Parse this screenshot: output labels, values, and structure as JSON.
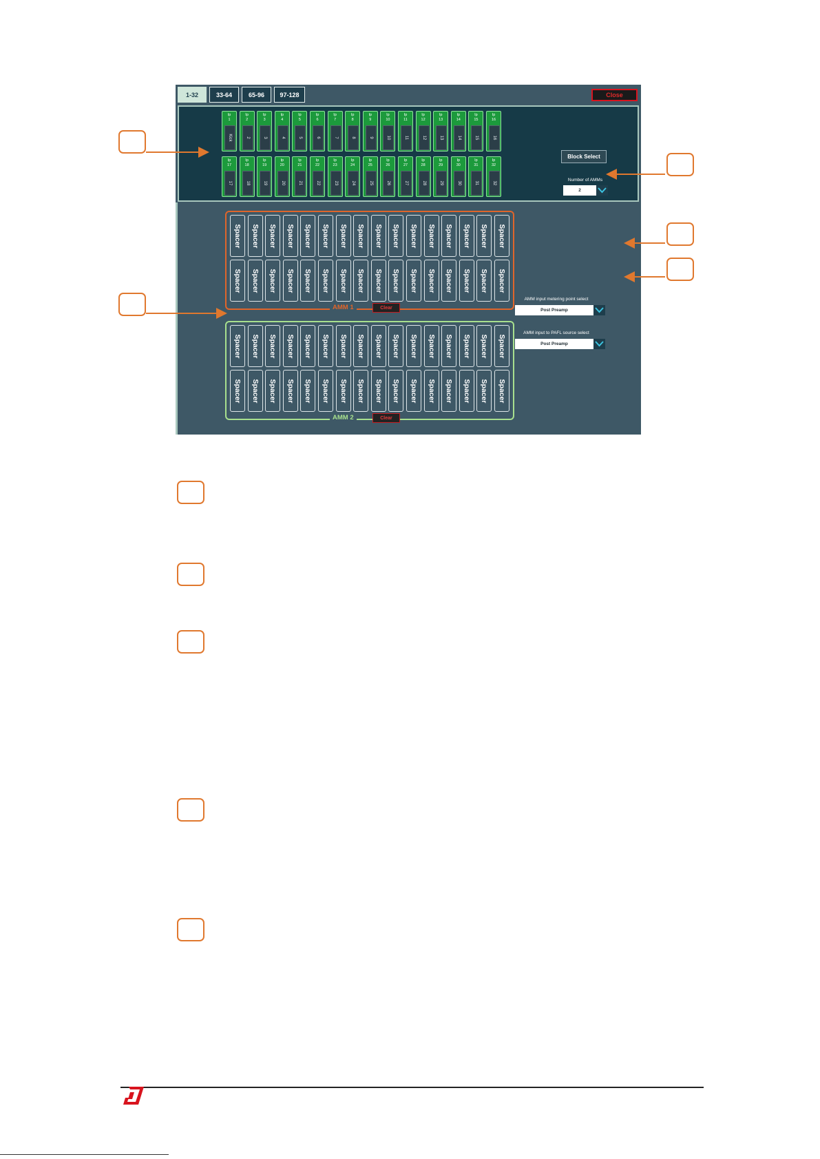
{
  "tabs": [
    {
      "label": "1-32",
      "active": true
    },
    {
      "label": "33-64",
      "active": false
    },
    {
      "label": "65-96",
      "active": false
    },
    {
      "label": "97-128",
      "active": false
    }
  ],
  "close_label": "Close",
  "inputs_row1": [
    {
      "num": "Ip\n1",
      "name": "Kick"
    },
    {
      "num": "Ip\n2",
      "name": "2"
    },
    {
      "num": "Ip\n3",
      "name": "3"
    },
    {
      "num": "Ip\n4",
      "name": "4"
    },
    {
      "num": "Ip\n5",
      "name": "5"
    },
    {
      "num": "Ip\n6",
      "name": "6"
    },
    {
      "num": "Ip\n7",
      "name": "7"
    },
    {
      "num": "Ip\n8",
      "name": "8"
    },
    {
      "num": "Ip\n9",
      "name": "9"
    },
    {
      "num": "Ip\n10",
      "name": "10"
    },
    {
      "num": "Ip\n11",
      "name": "11"
    },
    {
      "num": "Ip\n12",
      "name": "12"
    },
    {
      "num": "Ip\n13",
      "name": "13"
    },
    {
      "num": "Ip\n14",
      "name": "14"
    },
    {
      "num": "Ip\n15",
      "name": "15"
    },
    {
      "num": "Ip\n16",
      "name": "16"
    }
  ],
  "inputs_row2": [
    {
      "num": "Ip\n17",
      "name": "17"
    },
    {
      "num": "Ip\n18",
      "name": "18"
    },
    {
      "num": "Ip\n19",
      "name": "19"
    },
    {
      "num": "Ip\n20",
      "name": "20"
    },
    {
      "num": "Ip\n21",
      "name": "21"
    },
    {
      "num": "Ip\n22",
      "name": "22"
    },
    {
      "num": "Ip\n23",
      "name": "23"
    },
    {
      "num": "Ip\n24",
      "name": "24"
    },
    {
      "num": "Ip\n25",
      "name": "25"
    },
    {
      "num": "Ip\n26",
      "name": "26"
    },
    {
      "num": "Ip\n27",
      "name": "27"
    },
    {
      "num": "Ip\n28",
      "name": "28"
    },
    {
      "num": "Ip\n29",
      "name": "29"
    },
    {
      "num": "Ip\n30",
      "name": "30"
    },
    {
      "num": "Ip\n31",
      "name": "31"
    },
    {
      "num": "Ip\n32",
      "name": "32"
    }
  ],
  "block_select_label": "Block Select",
  "num_amms": {
    "label": "Number of AMMs",
    "value": "2"
  },
  "metering": {
    "label": "AMM input metering point select",
    "value": "Post Preamp"
  },
  "pafl": {
    "label": "AMM input to PAFL source select",
    "value": "Post Preamp"
  },
  "spacer_label": "Spacer",
  "amm1": {
    "title": "AMM 1",
    "clear_label": "Clear",
    "color": "#e0652a"
  },
  "amm2": {
    "title": "AMM 2",
    "clear_label": "Clear",
    "color": "#a8e08e"
  },
  "callout_color": "#e0782e",
  "logo_color": "#d8141e"
}
